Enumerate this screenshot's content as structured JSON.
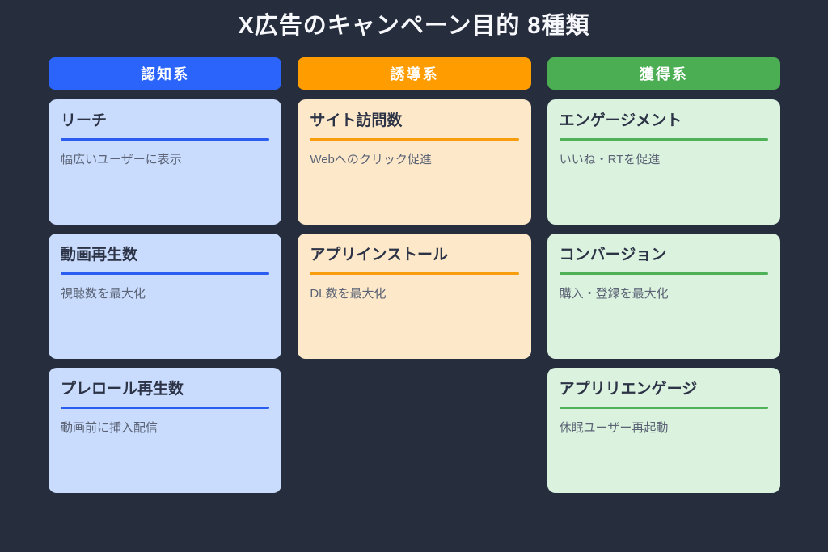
{
  "page": {
    "title": "X広告のキャンペーン目的 8種類",
    "background": "#262d3d",
    "title_color": "#f7f8fb"
  },
  "columns": [
    {
      "id": "awareness",
      "header": "認知系",
      "header_color": "#2b64fa",
      "accent_color": "#2b5df0",
      "card_bg": "#c9dcfd",
      "cards": [
        {
          "title": "リーチ",
          "desc": "幅広いユーザーに表示"
        },
        {
          "title": "動画再生数",
          "desc": "視聴数を最大化"
        },
        {
          "title": "プレロール再生数",
          "desc": "動画前に挿入配信"
        }
      ]
    },
    {
      "id": "traffic",
      "header": "誘導系",
      "header_color": "#ff9d00",
      "accent_color": "#f99d0e",
      "card_bg": "#fde9ca",
      "cards": [
        {
          "title": "サイト訪問数",
          "desc": "Webへのクリック促進"
        },
        {
          "title": "アプリインストール",
          "desc": "DL数を最大化"
        }
      ]
    },
    {
      "id": "acquisition",
      "header": "獲得系",
      "header_color": "#4bae53",
      "accent_color": "#4fb258",
      "card_bg": "#daf2de",
      "cards": [
        {
          "title": "エンゲージメント",
          "desc": "いいね・RTを促進"
        },
        {
          "title": "コンバージョン",
          "desc": "購入・登録を最大化"
        },
        {
          "title": "アプリリエンゲージ",
          "desc": "休眠ユーザー再起動"
        }
      ]
    }
  ]
}
